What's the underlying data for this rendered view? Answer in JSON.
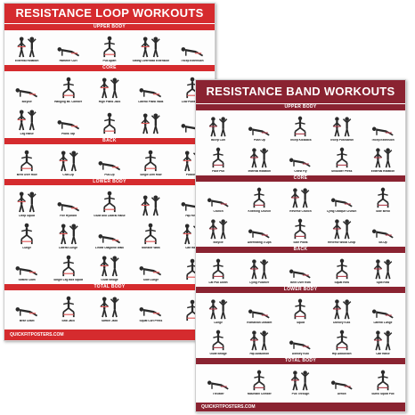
{
  "colors": {
    "loop": "#d52b2e",
    "band": "#8a2331",
    "fig": "#2a2a2a",
    "loop_fill": "#e25a5a",
    "band_fill": "#b1404e"
  },
  "loop": {
    "title": "RESISTANCE LOOP WORKOUTS",
    "footer": "QUICKFITPOSTERS.COM",
    "sections": [
      {
        "title": "UPPER BODY",
        "rows": 1,
        "figs": 5,
        "labels": [
          "External Rotation",
          "Hammer Curl",
          "Pull Apart",
          "Sitting Overhead Extension",
          "Tricep Extension"
        ]
      },
      {
        "title": "CORE",
        "rows": 2,
        "figs": 5,
        "labels": [
          "Bicycle",
          "Hanging Mt. Climber",
          "High Plank Jack",
          "Lateral Plank Walk",
          "Low Plank Jack",
          "Leg Raise",
          "Plank Tap"
        ]
      },
      {
        "title": "BACK",
        "rows": 1,
        "figs": 5,
        "labels": [
          "Bent Over Row",
          "Chin-Up",
          "Pull-Up",
          "Single Arm Row",
          "Pulldown"
        ]
      },
      {
        "title": "LOWER BODY",
        "rows": 3,
        "figs": 5,
        "labels": [
          "Deep Squat",
          "Fire Hydrant",
          "Glute and Lateral Raise",
          "",
          "Hip Hinge",
          "Lunge",
          "Lateral Lunge",
          "Linear Diagonal Walk",
          "Monster Walk",
          "Calf Raise",
          "Seated Clam",
          "Single Leg Box Squat",
          "Glute Bridge",
          "Side Lunge"
        ]
      },
      {
        "title": "TOTAL BODY",
        "rows": 1,
        "figs": 5,
        "labels": [
          "Bear Crawl",
          "Seal Jack",
          "Switch Jack",
          "Squat Curl Press"
        ]
      }
    ]
  },
  "band": {
    "title": "RESISTANCE BAND WORKOUTS",
    "footer": "QUICKFITPOSTERS.COM",
    "sections": [
      {
        "title": "UPPER BODY",
        "rows": 2,
        "figs": 5,
        "labels": [
          "Bicep Curl",
          "Push Up",
          "Tricep Kickback",
          "Tricep Pushdown",
          "Tricep Extension",
          "Face Pull",
          "Internal Rotation",
          "Chest Fly",
          "Shoulder Press",
          "External Rotation"
        ]
      },
      {
        "title": "CORE",
        "rows": 2,
        "figs": 5,
        "labels": [
          "Crunch",
          "Kneeling Crunch",
          "Reverse Crunch",
          "Lying Oblique Crunch",
          "Side Bend",
          "Bicycle",
          "Alternating V-Ups",
          "Side Plank",
          "Reverse Wood Chop",
          "Sit-Up"
        ]
      },
      {
        "title": "BACK",
        "rows": 1,
        "figs": 5,
        "labels": [
          "Lat Pull Down",
          "Lying Pullover",
          "Bent Over Row",
          "Squat Row",
          "Split Row"
        ]
      },
      {
        "title": "LOWER BODY",
        "rows": 2,
        "figs": 5,
        "labels": [
          "Lunge",
          "Romanian Deadlift",
          "Squat",
          "Donkey Kick",
          "Lateral Lunge",
          "Glute Bridge",
          "Hip Abduction",
          "Donkey Kick",
          "Hip Adduction",
          "Calf Raise"
        ]
      },
      {
        "title": "TOTAL BODY",
        "rows": 1,
        "figs": 5,
        "labels": [
          "Thruster",
          "Mountain Climber",
          "Pull Through",
          "Deficit",
          "Sumo Squat Pull"
        ]
      }
    ]
  }
}
